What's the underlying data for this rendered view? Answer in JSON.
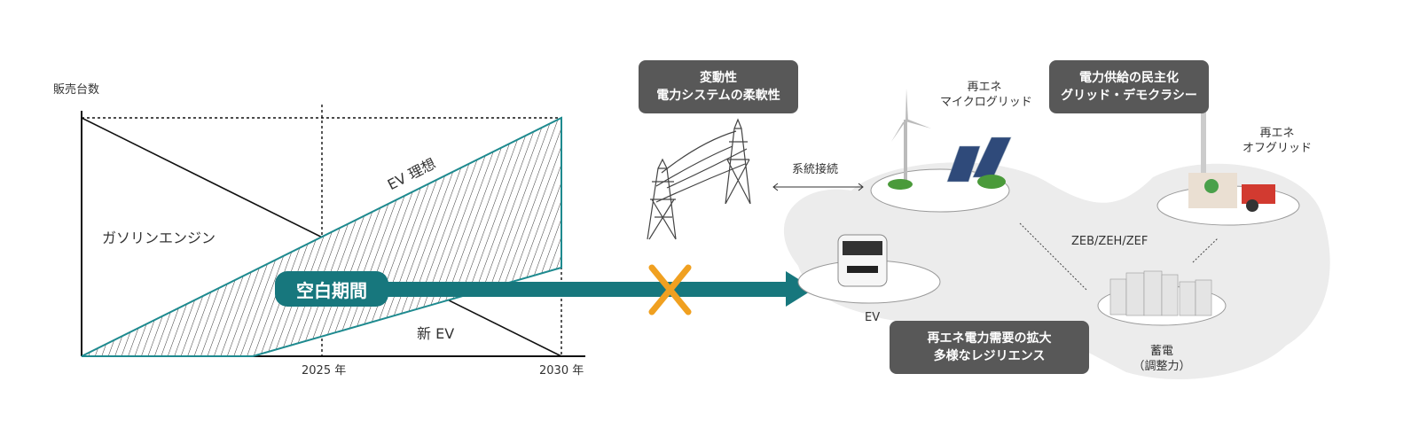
{
  "chart": {
    "y_label": "販売台数",
    "gasoline_label": "ガソリンエンジン",
    "ev_ideal_label": "EV 理想",
    "new_ev_label": "新 EV",
    "gap_label": "空白期間",
    "x_ticks": [
      "2025 年",
      "2030 年"
    ]
  },
  "boxes": {
    "flexibility": [
      "変動性",
      "電力システムの柔軟性"
    ],
    "democratization": [
      "電力供給の民主化",
      "グリッド・デモクラシー"
    ],
    "resilience": [
      "再エネ電力需要の拡大",
      "多様なレジリエンス"
    ]
  },
  "labels": {
    "microgrid": [
      "再エネ",
      "マイクログリッド"
    ],
    "grid_connection": "系統接続",
    "offgrid": [
      "再エネ",
      "オフグリッド"
    ],
    "zeb": "ZEB/ZEH/ZEF",
    "ev": "EV",
    "storage": [
      "蓄電",
      "（調整力）"
    ]
  },
  "colors": {
    "teal": "#17777d",
    "orange": "#f0a020",
    "box": "#585858",
    "cloud": "#ececec"
  }
}
